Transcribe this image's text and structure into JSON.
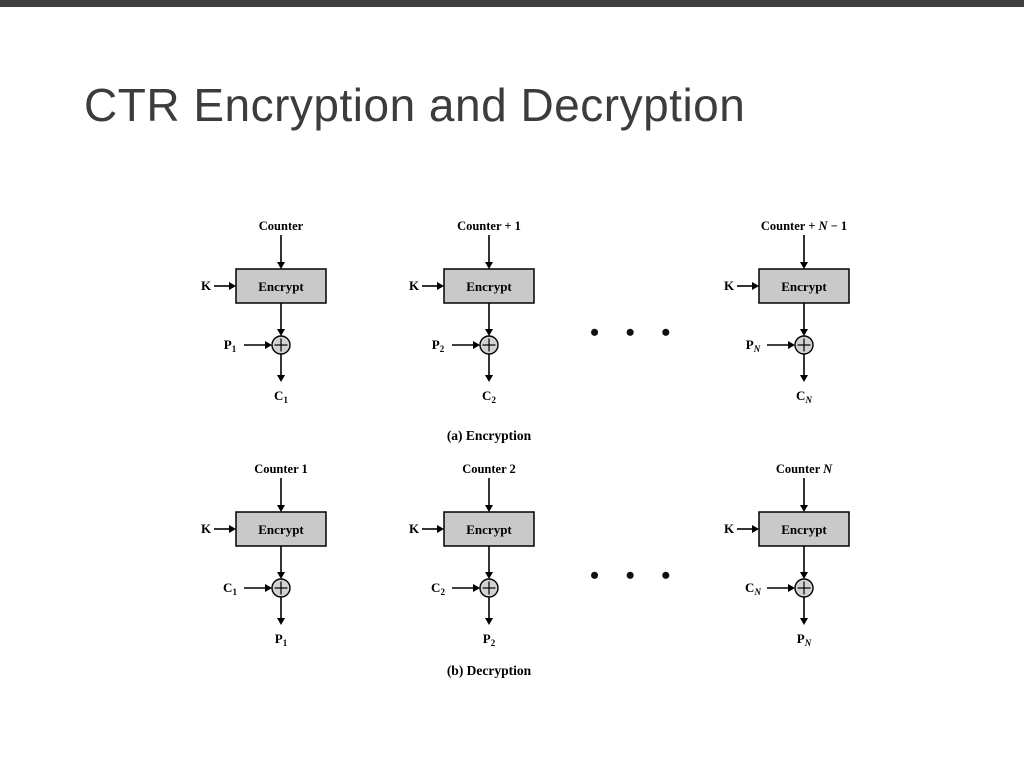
{
  "slide": {
    "title": "CTR Encryption and Decryption",
    "colors": {
      "top_bar": "#3e3e3e",
      "title_text": "#3c3c3c",
      "background": "#ffffff",
      "box_fill": "#c9c9c9",
      "xor_fill": "#d2d2d2"
    }
  },
  "diagram": {
    "encryption": {
      "caption": "(a) Encryption",
      "dots": "• • •",
      "units": [
        {
          "counter": [
            {
              "t": "Counter"
            }
          ],
          "k": "K",
          "box": "Encrypt",
          "input": {
            "base": "P",
            "sub": "1"
          },
          "output": {
            "base": "C",
            "sub": "1"
          }
        },
        {
          "counter": [
            {
              "t": "Counter + 1"
            }
          ],
          "k": "K",
          "box": "Encrypt",
          "input": {
            "base": "P",
            "sub": "2"
          },
          "output": {
            "base": "C",
            "sub": "2"
          }
        },
        {
          "counter": [
            {
              "t": "Counter + "
            },
            {
              "t": "N",
              "italic": true
            },
            {
              "t": " − 1"
            }
          ],
          "k": "K",
          "box": "Encrypt",
          "input": {
            "base": "P",
            "sub": "N",
            "sub_italic": true
          },
          "output": {
            "base": "C",
            "sub": "N",
            "sub_italic": true
          }
        }
      ]
    },
    "decryption": {
      "caption": "(b) Decryption",
      "dots": "• • •",
      "units": [
        {
          "counter": [
            {
              "t": "Counter 1"
            }
          ],
          "k": "K",
          "box": "Encrypt",
          "input": {
            "base": "C",
            "sub": "1"
          },
          "output": {
            "base": "P",
            "sub": "1"
          }
        },
        {
          "counter": [
            {
              "t": "Counter 2"
            }
          ],
          "k": "K",
          "box": "Encrypt",
          "input": {
            "base": "C",
            "sub": "2"
          },
          "output": {
            "base": "P",
            "sub": "2"
          }
        },
        {
          "counter": [
            {
              "t": "Counter "
            },
            {
              "t": "N",
              "italic": true
            }
          ],
          "k": "K",
          "box": "Encrypt",
          "input": {
            "base": "C",
            "sub": "N",
            "sub_italic": true
          },
          "output": {
            "base": "P",
            "sub": "N",
            "sub_italic": true
          }
        }
      ]
    }
  }
}
